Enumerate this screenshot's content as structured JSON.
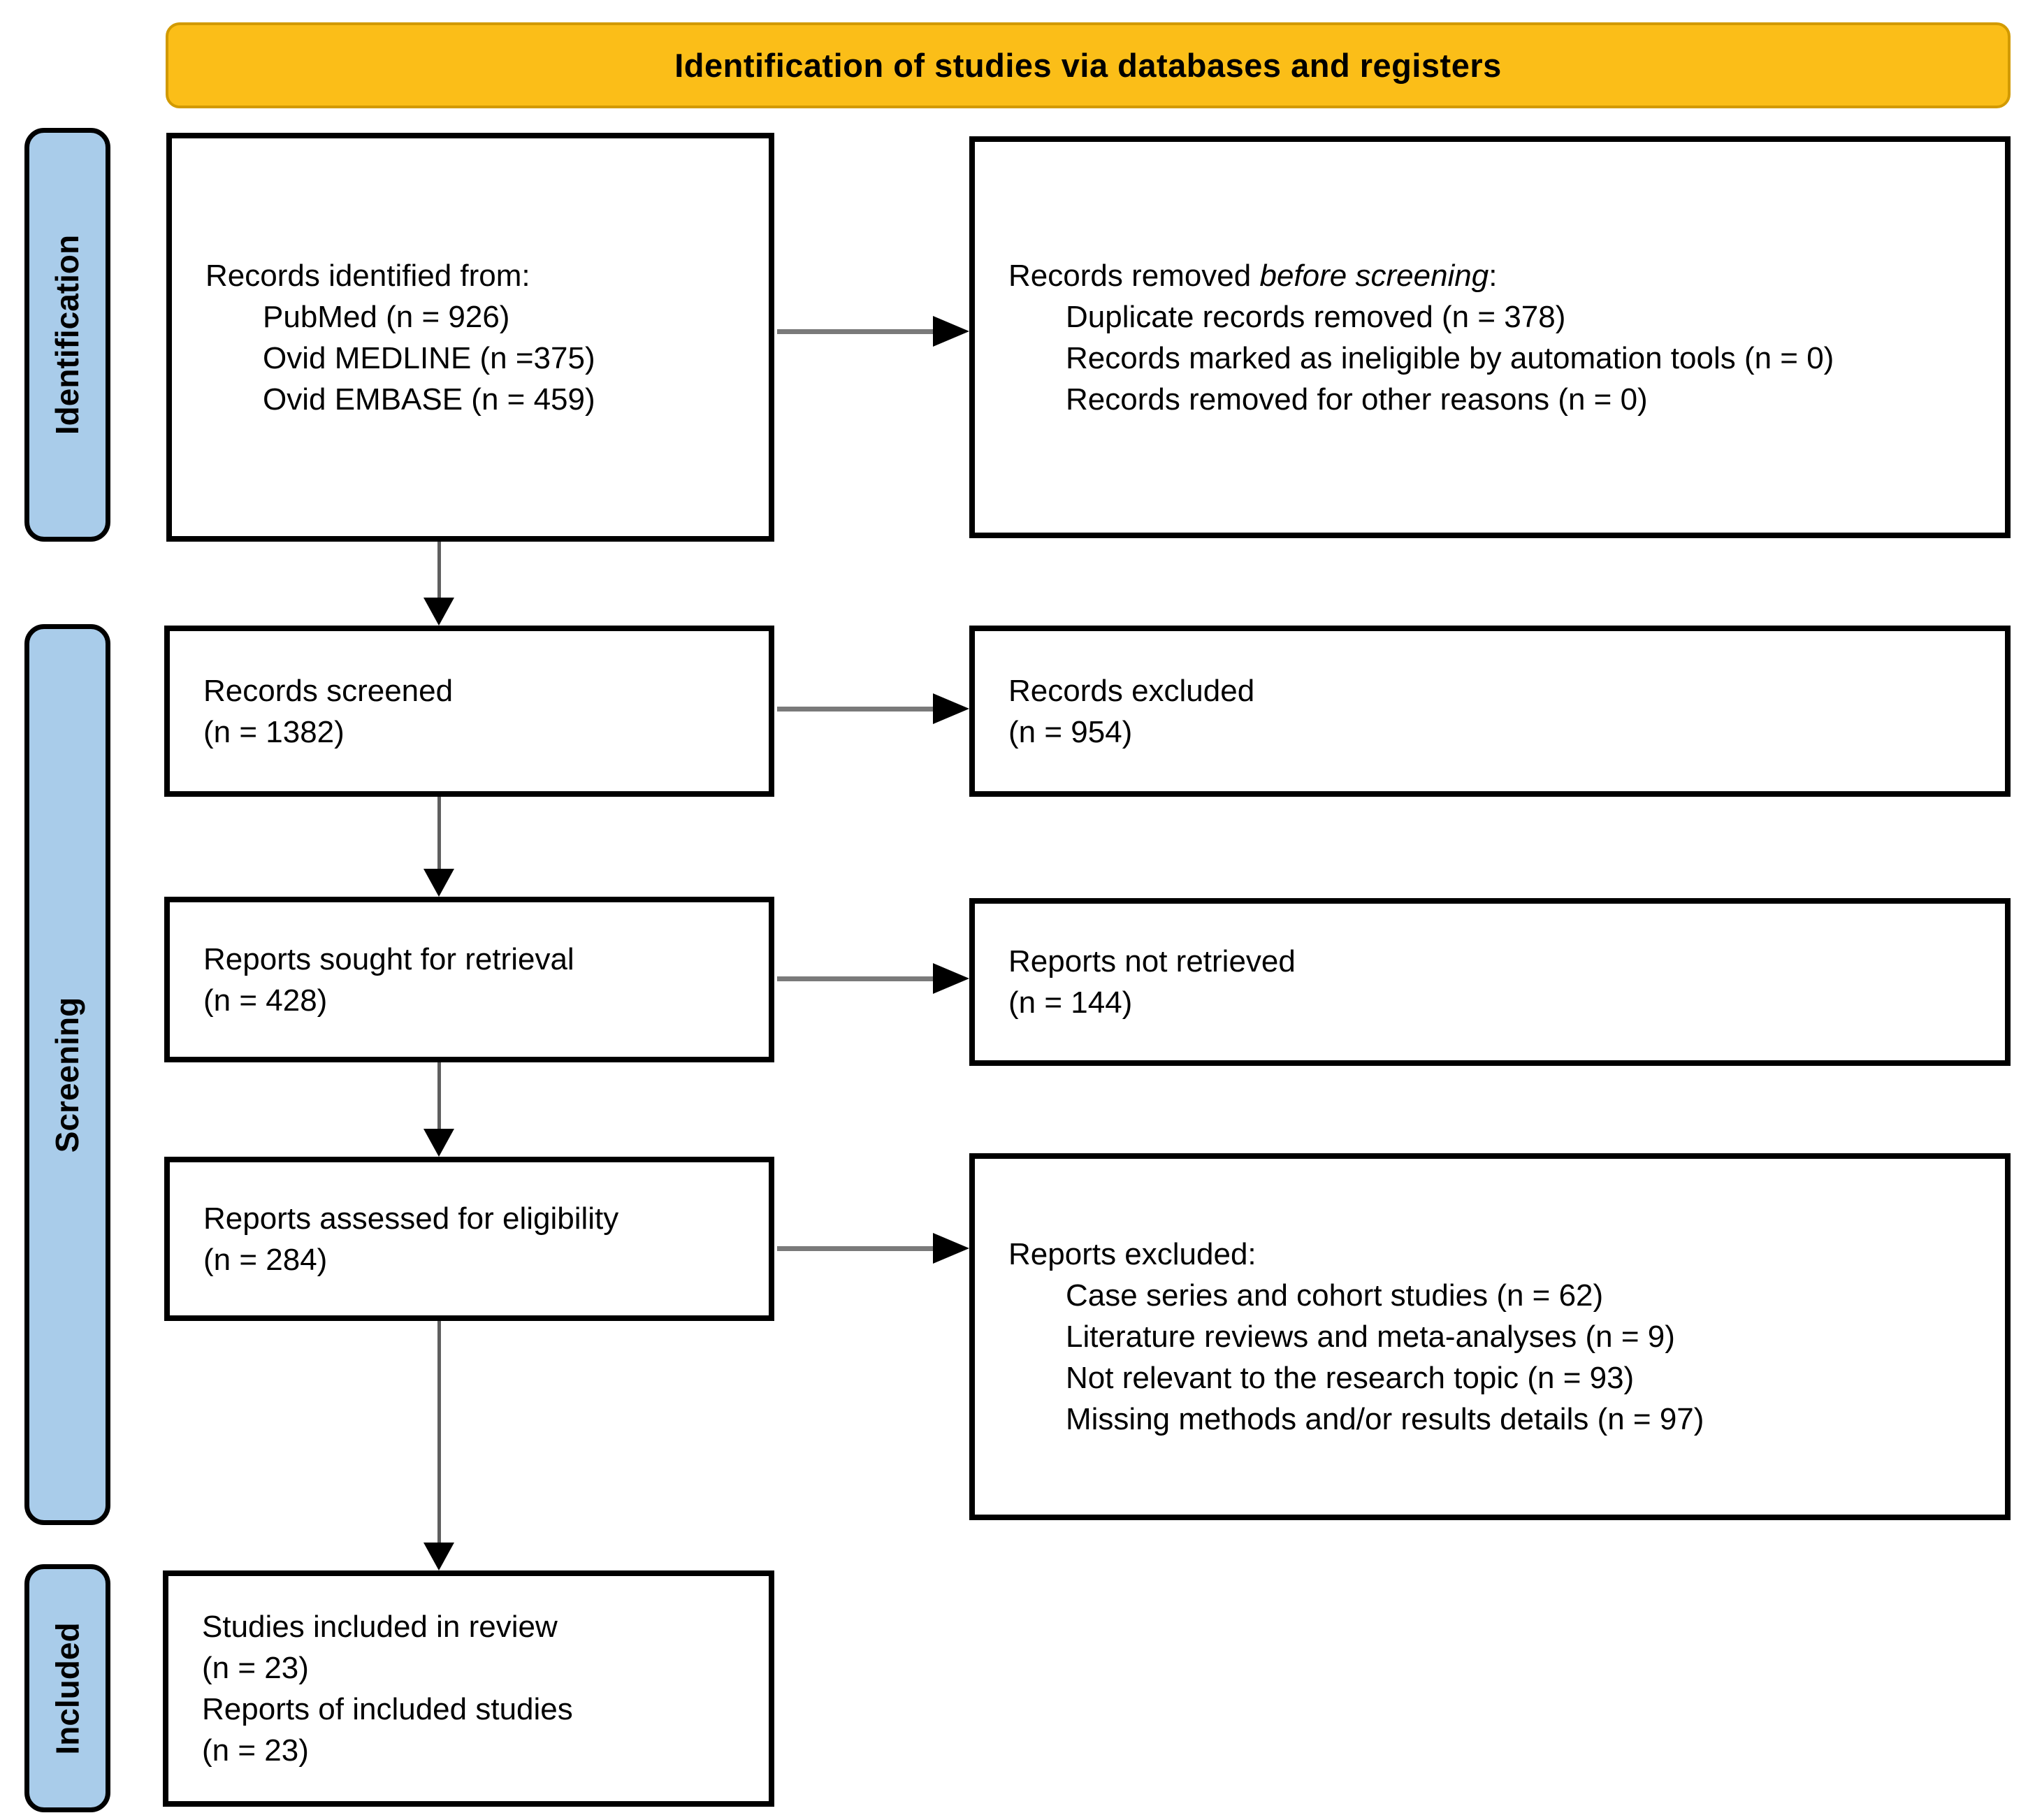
{
  "banner": {
    "title": "Identification of studies via databases and registers",
    "bg_color": "#FBBE18",
    "border_color": "#D29A00"
  },
  "stages": {
    "identification": "Identification",
    "screening": "Screening",
    "included": "Included",
    "bg_color": "#A9CCEA"
  },
  "boxes": {
    "records_identified": {
      "title": "Records identified from:",
      "items": [
        "PubMed (n = 926)",
        "Ovid MEDLINE (n =375)",
        "Ovid EMBASE (n = 459)"
      ]
    },
    "records_removed": {
      "title_prefix": "Records removed ",
      "title_italic": "before screening",
      "title_suffix": ":",
      "items": [
        "Duplicate records removed (n = 378)",
        "Records marked as ineligible by automation tools (n = 0)",
        "Records removed for other reasons (n = 0)"
      ]
    },
    "records_screened": {
      "line1": "Records screened",
      "line2": "(n = 1382)"
    },
    "records_excluded": {
      "line1": "Records excluded",
      "line2": "(n = 954)"
    },
    "reports_sought": {
      "line1": "Reports sought for retrieval",
      "line2": "(n = 428)"
    },
    "reports_not_retrieved": {
      "line1": "Reports not retrieved",
      "line2": "(n = 144)"
    },
    "reports_assessed": {
      "line1": "Reports assessed for eligibility",
      "line2": "(n = 284)"
    },
    "reports_excluded": {
      "title": "Reports excluded:",
      "items": [
        "Case series and cohort studies (n = 62)",
        "Literature reviews and meta-analyses (n = 9)",
        "Not relevant to the research topic (n = 93)",
        "Missing methods and/or results details (n = 97)"
      ]
    },
    "studies_included": {
      "line1": "Studies included in review",
      "line2": "(n = 23)",
      "line3": "Reports of included studies",
      "line4": "(n = 23)"
    }
  }
}
